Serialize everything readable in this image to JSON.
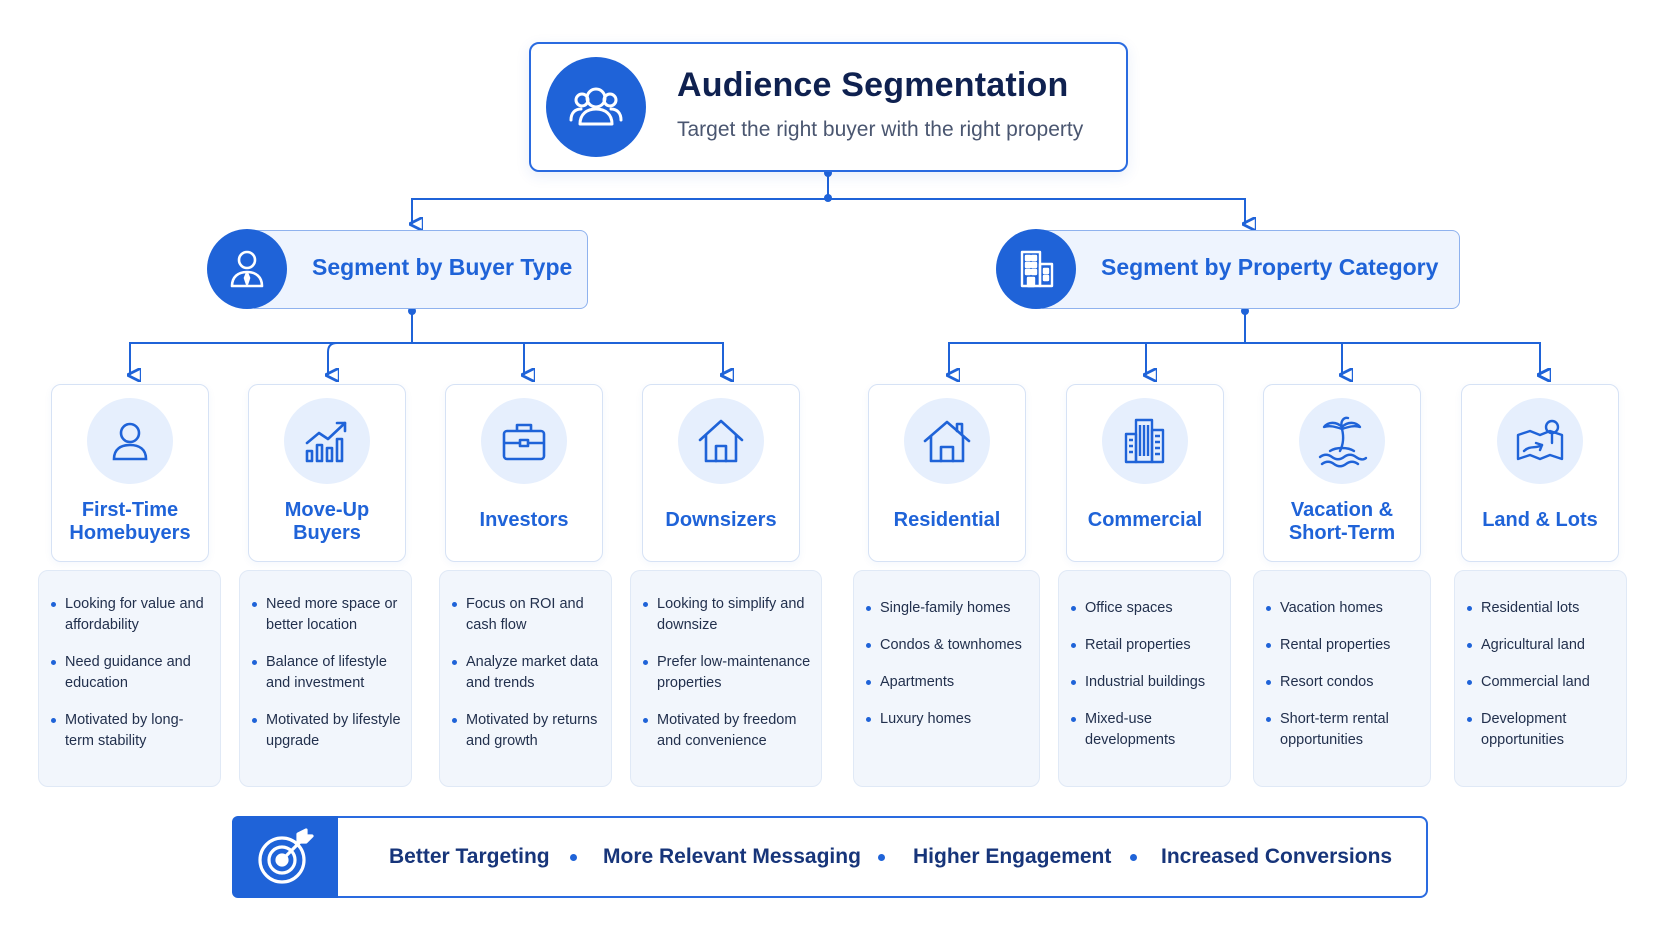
{
  "header": {
    "title": "Audience Segmentation",
    "subtitle": "Target the right buyer with the right property",
    "icon": "users-icon"
  },
  "segments": [
    {
      "title": "Segment by Buyer Type",
      "icon": "person-tie-icon",
      "categories": [
        {
          "label": "First-Time\nHomebuyers",
          "icon": "person-icon",
          "points": [
            "Looking for value and affordability",
            "Need guidance and education",
            "Motivated by long-term stability"
          ]
        },
        {
          "label": "Move-Up\nBuyers",
          "icon": "growth-chart-icon",
          "points": [
            "Need more space or better location",
            "Balance of lifestyle and investment",
            "Motivated by lifestyle upgrade"
          ]
        },
        {
          "label": "Investors",
          "icon": "briefcase-icon",
          "points": [
            "Focus on ROI and cash flow",
            "Analyze market data and trends",
            "Motivated by returns and growth"
          ]
        },
        {
          "label": "Downsizers",
          "icon": "house-icon",
          "points": [
            "Looking to simplify and downsize",
            "Prefer low-maintenance properties",
            "Motivated by freedom and convenience"
          ]
        }
      ]
    },
    {
      "title": "Segment by Property Category",
      "icon": "building-icon",
      "categories": [
        {
          "label": "Residential",
          "icon": "home-icon",
          "points": [
            "Single-family homes",
            "Condos & townhomes",
            "Apartments",
            "Luxury homes"
          ]
        },
        {
          "label": "Commercial",
          "icon": "office-tower-icon",
          "points": [
            "Office spaces",
            "Retail properties",
            "Industrial buildings",
            "Mixed-use developments"
          ]
        },
        {
          "label": "Vacation &\nShort-Term",
          "icon": "palm-tree-icon",
          "points": [
            "Vacation homes",
            "Rental properties",
            "Resort condos",
            "Short-term rental opportunities"
          ]
        },
        {
          "label": "Land & Lots",
          "icon": "land-map-icon",
          "points": [
            "Residential lots",
            "Agricultural land",
            "Commercial land",
            "Development opportunities"
          ]
        }
      ]
    }
  ],
  "benefits": {
    "icon": "target-icon",
    "items": [
      "Better Targeting",
      "More Relevant Messaging",
      "Higher Engagement",
      "Increased Conversions"
    ]
  },
  "colors": {
    "primary": "#1f63d8",
    "dark_text": "#0f2150",
    "card_tint": "#eef4fe",
    "icon_circle": "#e6effd"
  }
}
